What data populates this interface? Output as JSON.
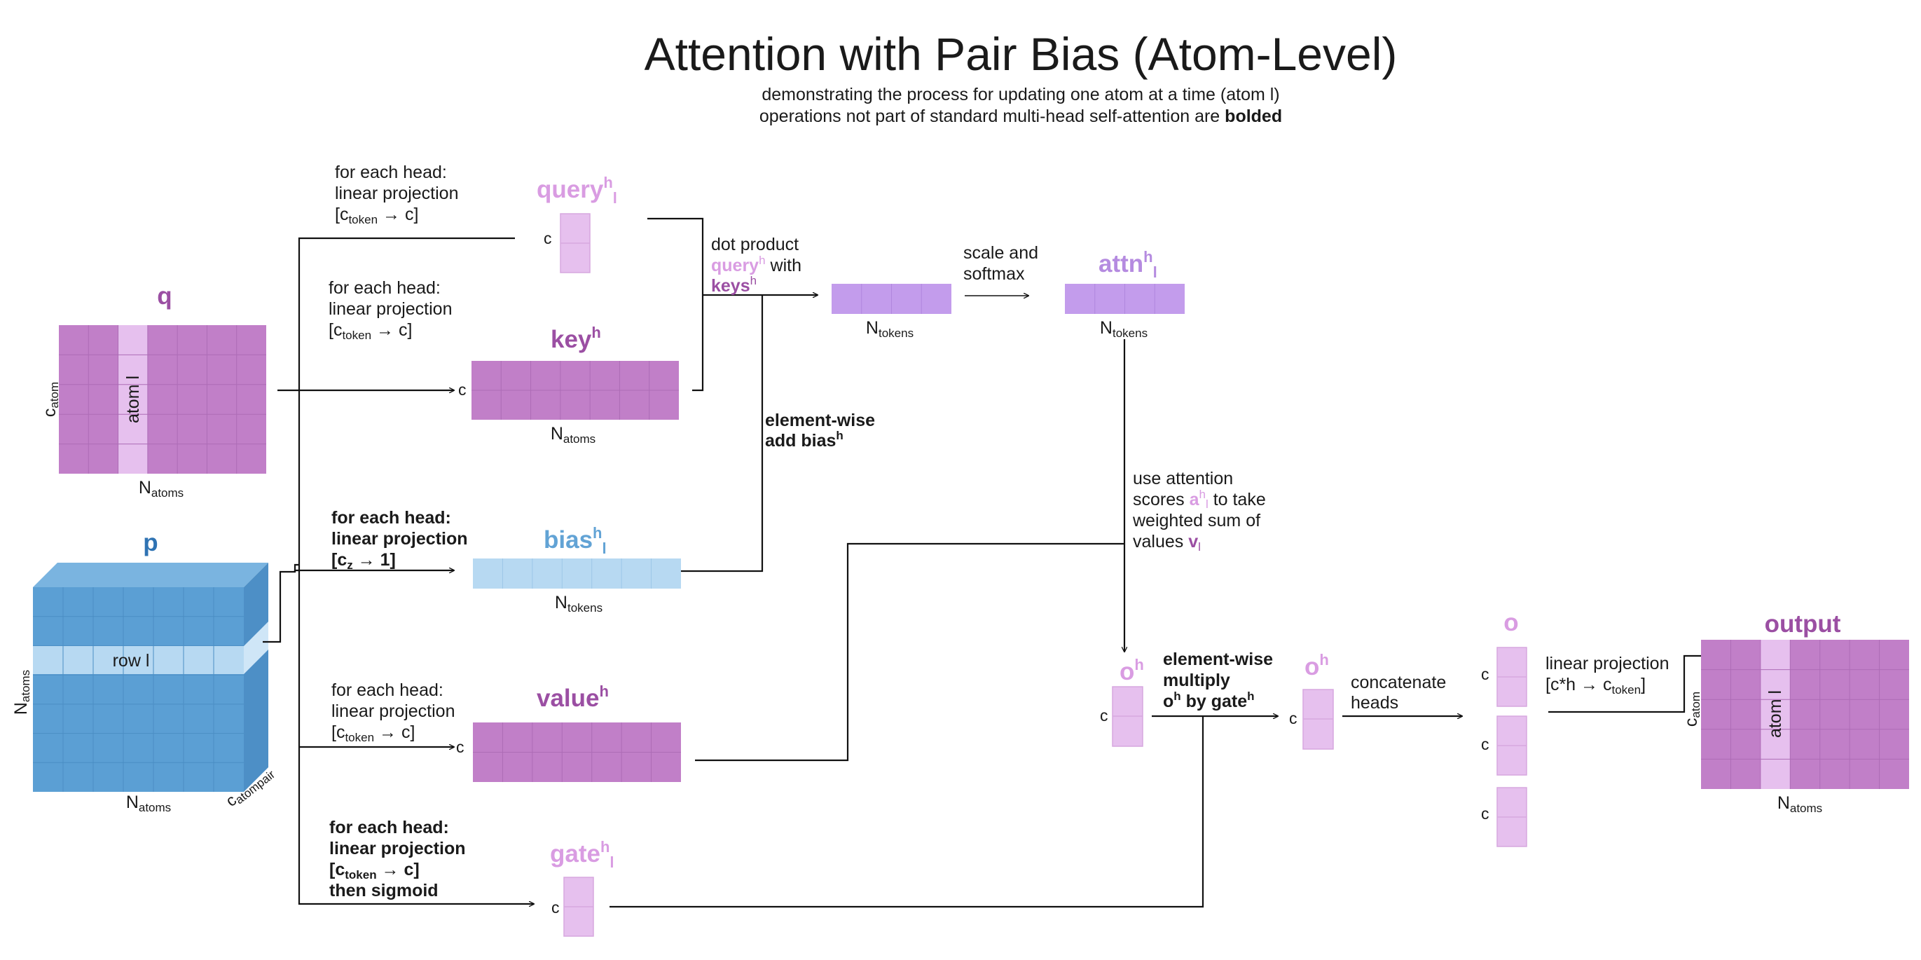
{
  "title": "Attention with Pair Bias (Atom-Level)",
  "subtitle_line1": "demonstrating the process for updating one atom at a time (atom l)",
  "subtitle_line2_prefix": "operations not part of standard multi-head self-attention are ",
  "subtitle_line2_bold": "bolded",
  "colors": {
    "purple_dark": "#c17fc8",
    "purple_mid": "#9b4fa3",
    "purple_light": "#e6c0ee",
    "purple_title_light": "#d99ce2",
    "lavender": "#c39cec",
    "lavender_title": "#b58be0",
    "blue": "#5b9fd4",
    "blue_dark": "#2f73b3",
    "blue_light": "#b7d9f2",
    "blue_title": "#62a3d5"
  },
  "q": {
    "title": "q",
    "axis_y": "c",
    "axis_y_sub": "atom",
    "axis_x": "N",
    "axis_x_sub": "atoms",
    "highlight_label": "atom l"
  },
  "p": {
    "title": "p",
    "axis_y": "N",
    "axis_y_sub": "atoms",
    "axis_x": "N",
    "axis_x_sub": "atoms",
    "axis_z": "c",
    "axis_z_sub": "atompair",
    "highlight_label": "row l"
  },
  "query": {
    "instruction": [
      "for each head:",
      "linear projection"
    ],
    "dim_open": "[c",
    "dim_sub": "token",
    "dim_close": " → c]",
    "title": "query",
    "title_sup": "h",
    "title_sub": "l",
    "dim_label": "c"
  },
  "key": {
    "instruction": [
      "for each head:",
      "linear projection"
    ],
    "dim_open": "[c",
    "dim_sub": "token",
    "dim_close": " → c]",
    "title": "key",
    "title_sup": "h",
    "dim_label": "c",
    "axis_x": "N",
    "axis_x_sub": "atoms"
  },
  "bias": {
    "instruction": [
      "for each head:",
      "linear projection"
    ],
    "dim_open": "[c",
    "dim_sub": "z",
    "dim_close": " → 1]",
    "title": "bias",
    "title_sup": "h",
    "title_sub": "l",
    "axis_x": "N",
    "axis_x_sub": "tokens"
  },
  "value": {
    "instruction": [
      "for each head:",
      "linear projection"
    ],
    "dim_open": "[c",
    "dim_sub": "token",
    "dim_close": " → c]",
    "title": "value",
    "title_sup": "h",
    "dim_label": "c"
  },
  "gate": {
    "instruction": [
      "for each head:",
      "linear projection"
    ],
    "dim_open": "[c",
    "dim_sub": "token",
    "dim_close": " → c]",
    "instruction_end": "then sigmoid",
    "title": "gate",
    "title_sup": "h",
    "title_sub": "l",
    "dim_label": "c"
  },
  "dot": {
    "line1": "dot product",
    "q_word": "query",
    "q_sup": "h",
    "with_word": " with",
    "k_word": "keys",
    "k_sup": "h",
    "axis_x": "N",
    "axis_x_sub": "tokens"
  },
  "add_bias": {
    "line1": "element-wise",
    "line2": "add bias",
    "line2_sup": "h"
  },
  "softmax": {
    "line1": "scale and",
    "line2": "softmax"
  },
  "attn": {
    "title": "attn",
    "title_sup": "h",
    "title_sub": "l",
    "axis_x": "N",
    "axis_x_sub": "tokens"
  },
  "use_attn": {
    "line1": "use attention",
    "line2_pre": "scores ",
    "line2_a": "a",
    "line2_a_sup": "h",
    "line2_a_sub": "l",
    "line2_post": " to take",
    "line3": "weighted sum of",
    "line4_pre": "values ",
    "line4_v": "v",
    "line4_v_sub": "l"
  },
  "oh1": {
    "title": "o",
    "title_sup": "h",
    "dim_label": "c"
  },
  "multiply": {
    "line1": "element-wise",
    "line2": "multiply",
    "line3_o": "o",
    "line3_sup": "h",
    "line3_mid": " by gate",
    "line3_sup2": "h"
  },
  "oh2": {
    "title": "o",
    "title_sup": "h",
    "dim_label": "c"
  },
  "concat": {
    "line1": "concatenate",
    "line2": "heads"
  },
  "o": {
    "title": "o",
    "dim_label": "c"
  },
  "final": {
    "line1": "linear projection",
    "dim_open": "[c*h → c",
    "dim_sub": "token",
    "dim_close": "]"
  },
  "output": {
    "title": "output",
    "axis_y": "c",
    "axis_y_sub": "atom",
    "axis_x": "N",
    "axis_x_sub": "atoms",
    "highlight_label": "atom l"
  }
}
